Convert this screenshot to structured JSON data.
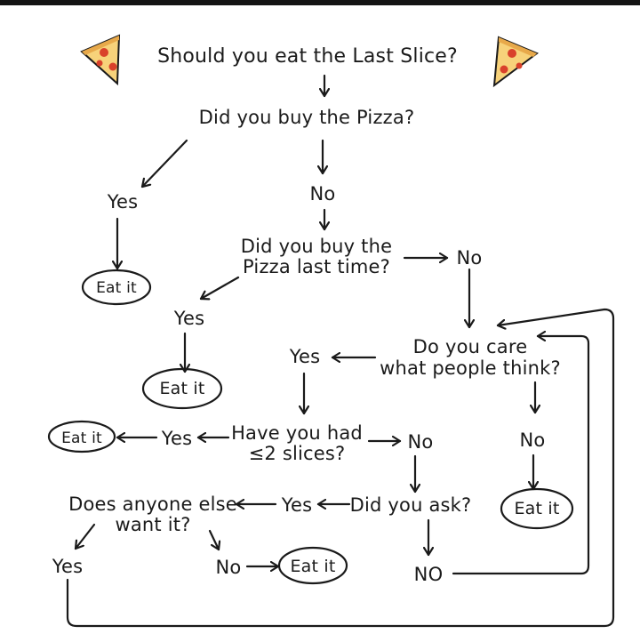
{
  "title": "Should you eat the Last Slice?",
  "icons": {
    "left": "pizza-slice-icon",
    "right": "pizza-slice-icon"
  },
  "colors": {
    "ink": "#1a1a1a",
    "crust": "#e8a94a",
    "cheese": "#f7d27a",
    "pepperoni": "#d9412b"
  },
  "nodes": {
    "q_buy": "Did you buy the Pizza?",
    "a_yes_1": "Yes",
    "a_no_1": "No",
    "eat_1": "Eat it",
    "q_last_time": "Did you buy the\nPizza last time?",
    "a_no_2": "No",
    "a_yes_2": "Yes",
    "eat_2": "Eat it",
    "q_care": "Do you care\nwhat people think?",
    "a_yes_3": "Yes",
    "a_no_3": "No",
    "eat_3": "Eat it",
    "q_slices": "Have you had\n≤2 slices?",
    "a_yes_4": "Yes",
    "eat_4": "Eat it",
    "a_no_4": "No",
    "q_ask": "Did you ask?",
    "a_yes_5": "Yes",
    "a_no_5": "NO",
    "q_anyone": "Does anyone else\nwant it?",
    "a_yes_6": "Yes",
    "a_no_6": "No",
    "eat_5": "Eat it"
  }
}
